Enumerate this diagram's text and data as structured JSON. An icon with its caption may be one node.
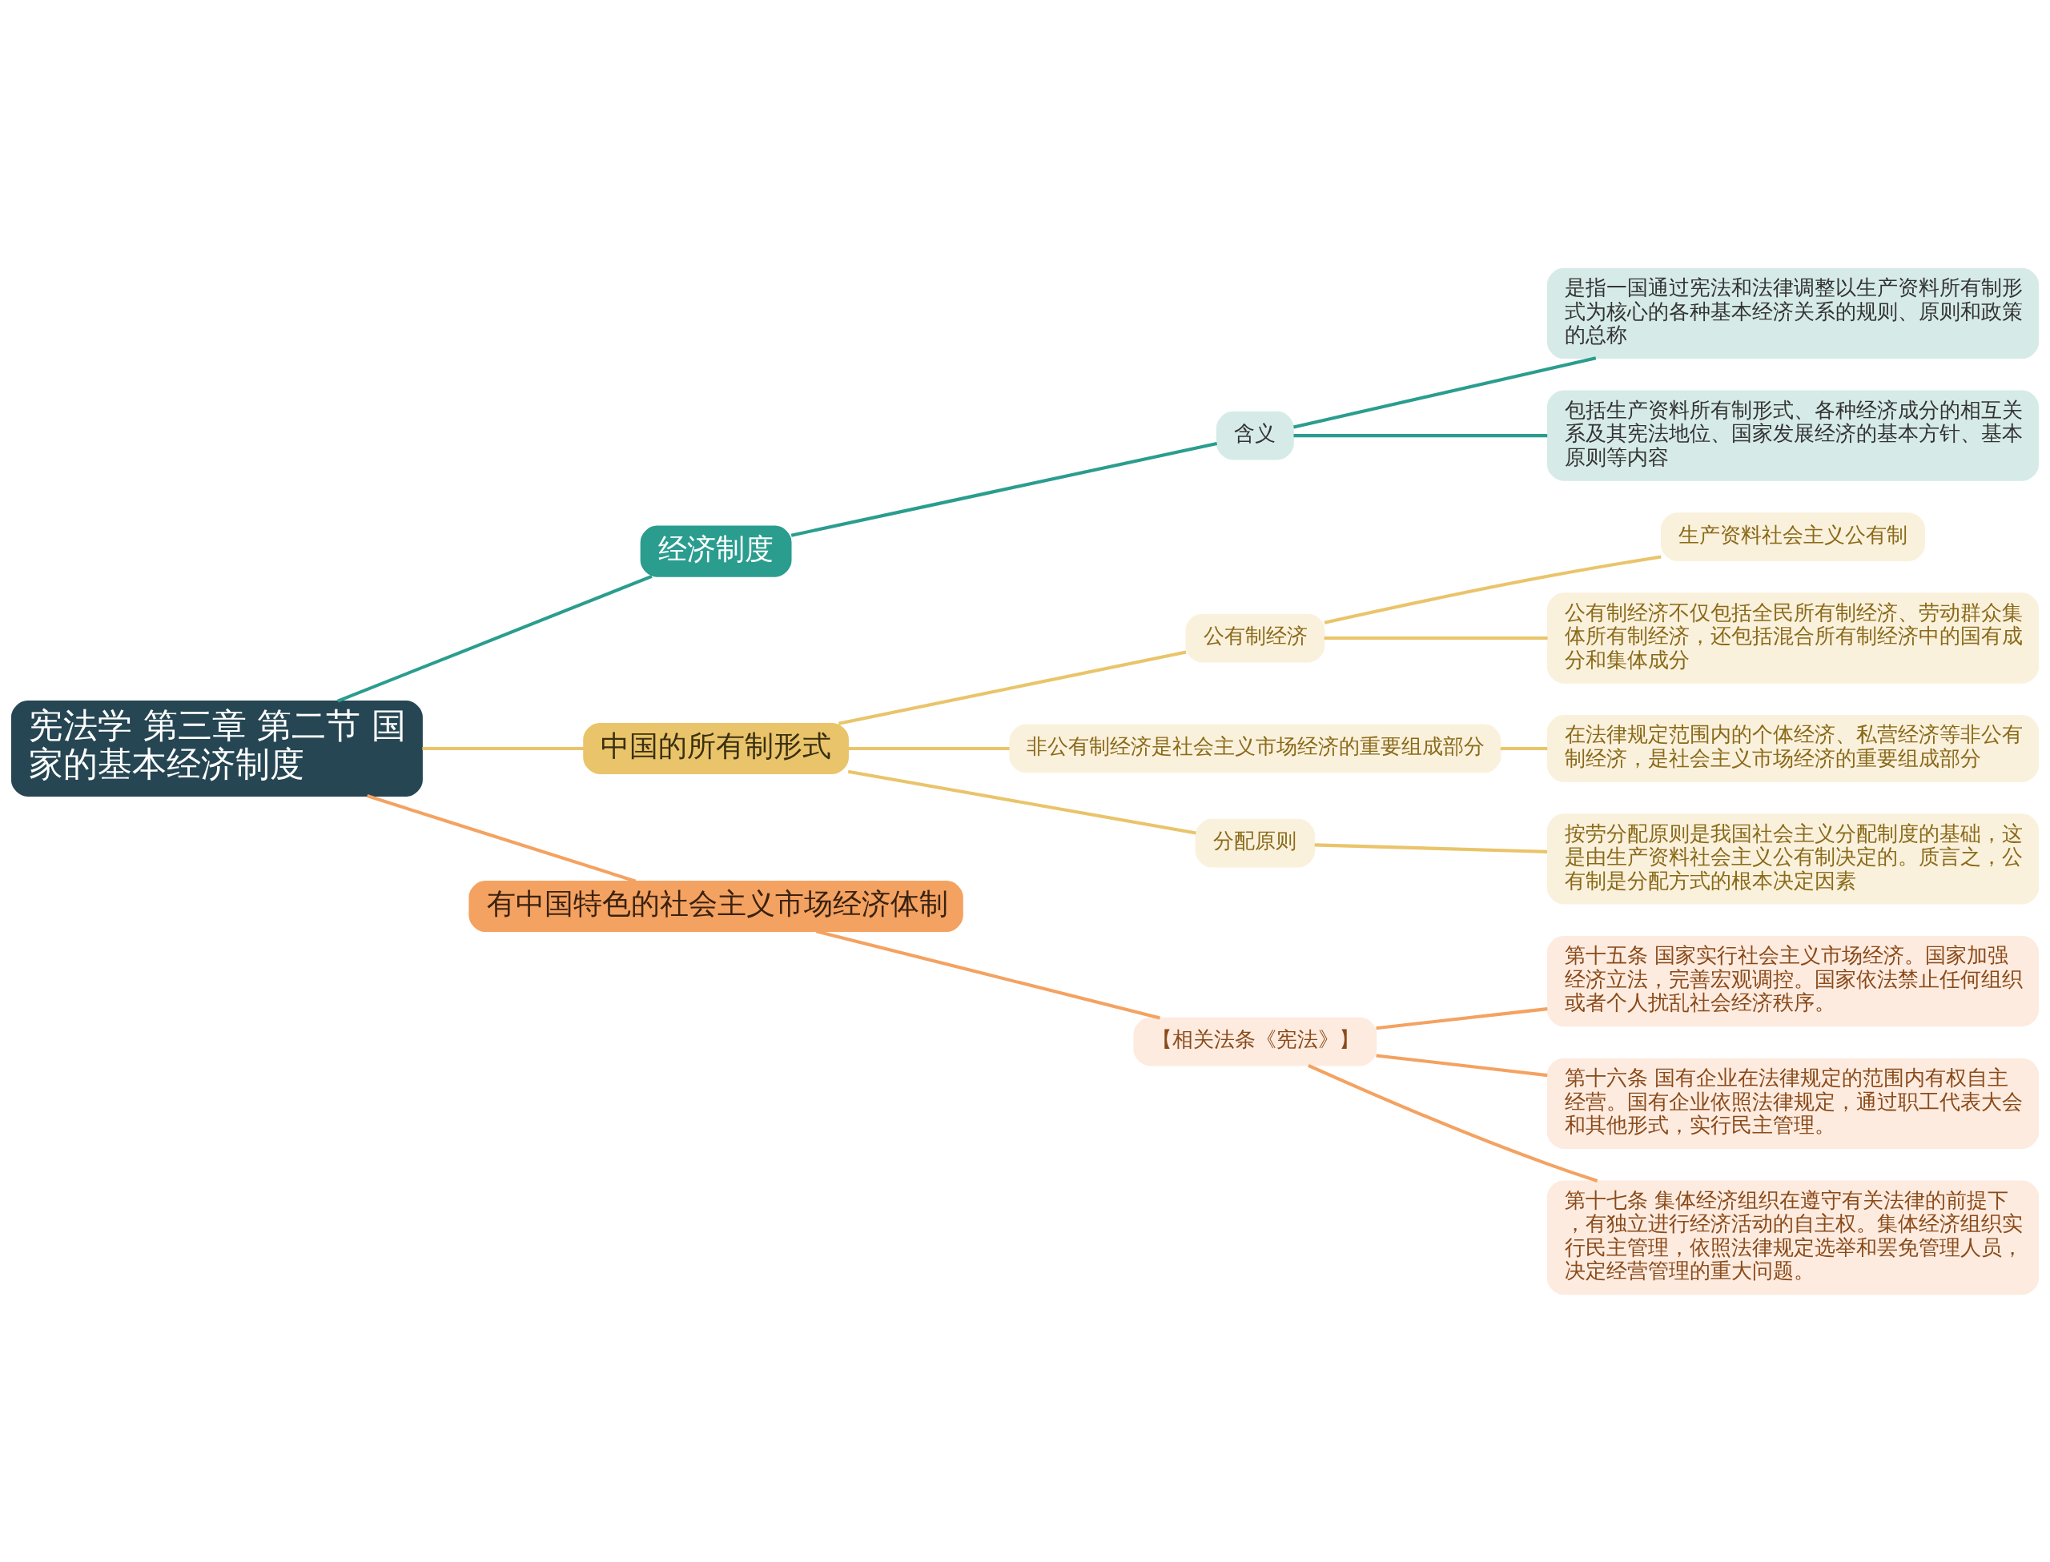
{
  "diagram": {
    "nodes": [
      {
        "text": [
          "宪法学 第三章 第二节 国家的基本经济制度"
        ]
      },
      {
        "text": [
          "经济制度"
        ]
      },
      {
        "text": [
          "含义"
        ]
      },
      {
        "text": [
          "是指一国通过宪法和法律调整以生产资料所有制形式为核心的各种基本经济关系的规则、原则和政策的总称"
        ]
      },
      {
        "text": [
          "包括生产资料所有制形式、各种经济成分的相互关系及其宪法地位、国家发展经济的基本方针、基本原则等内容"
        ]
      },
      {
        "text": [
          "中国的所有制形式"
        ]
      },
      {
        "text": [
          "公有制经济"
        ]
      },
      {
        "text": [
          "生产资料社会主义公有制"
        ]
      },
      {
        "text": [
          "公有制经济不仅包括全民所有制经济、劳动群众集体所有制经济，还包括混合所有制经济中的国有成分和集体成分"
        ]
      },
      {
        "text": [
          "非公有制经济是社会主义市场经济的重要组成部分"
        ]
      },
      {
        "text": [
          "在法律规定范围内的个体经济、私营经济等非公有制经济，是社会主义市场经济的重要组成部分"
        ]
      },
      {
        "text": [
          "分配原则"
        ]
      },
      {
        "text": [
          "按劳分配原则是我国社会主义分配制度的基础，这是由生产资料社会主义公有制决定的。质言之，公有制是分配方式的根本决定因素"
        ]
      },
      {
        "text": [
          "有中国特色的社会主义市场经济体制"
        ]
      },
      {
        "text": [
          "【相关法条《宪法》】"
        ]
      },
      {
        "text": [
          "第十五条 国家实行社会主义市场经济。国家加强经济立法，完善宏观调控。国家依法禁止任何组织或者个人扰乱社会经济秩序。"
        ]
      },
      {
        "text": [
          "第十六条 国有企业在法律规定的范围内有权自主经营。国有企业依照法律规定，通过职工代表大会和其他形式，实行民主管理。"
        ]
      },
      {
        "text": [
          "第十七条 集体经济组织在遵守有关法律的前提下，有独立进行经济活动的自主权。集体经济组织实行民主管理，依照法律规定选举和罢免管理人员，决定经营管理的重大问题。"
        ]
      }
    ],
    "edges": [
      {
        "from": 0,
        "to": 1,
        "arrow": "none",
        "color": "#2a9d8f"
      },
      {
        "from": 1,
        "to": 2,
        "arrow": "none",
        "color": "#2a9d8f"
      },
      {
        "from": 2,
        "to": 3,
        "arrow": "none",
        "color": "#2a9d8f"
      },
      {
        "from": 2,
        "to": 4,
        "arrow": "none",
        "color": "#2a9d8f"
      },
      {
        "from": 0,
        "to": 5,
        "arrow": "none"
      },
      {
        "from": 5,
        "to": 6,
        "arrow": "none"
      },
      {
        "from": 6,
        "to": 7,
        "arrow": "none"
      },
      {
        "from": 6,
        "to": 8,
        "arrow": "none"
      },
      {
        "from": 5,
        "to": 9,
        "arrow": "none"
      },
      {
        "from": 9,
        "to": 10,
        "arrow": "none"
      },
      {
        "from": 5,
        "to": 11,
        "arrow": "none"
      },
      {
        "from": 11,
        "to": 12,
        "arrow": "none"
      },
      {
        "from": 0,
        "to": 13,
        "arrow": "none",
        "color": "#f4a261"
      },
      {
        "from": 13,
        "to": 14,
        "arrow": "none",
        "color": "#f4a261"
      },
      {
        "from": 14,
        "to": 15,
        "arrow": "none",
        "color": "#f4a261"
      },
      {
        "from": 14,
        "to": 16,
        "arrow": "none",
        "color": "#f4a261"
      },
      {
        "from": 14,
        "to": 17,
        "arrow": "none",
        "color": "#f4a261"
      }
    ]
  }
}
